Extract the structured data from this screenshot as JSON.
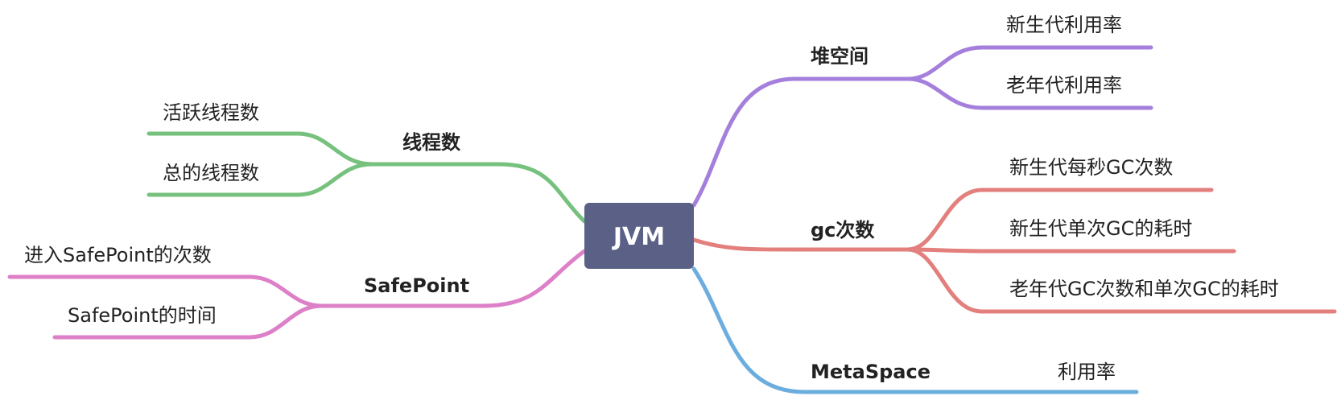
{
  "root": {
    "label": "JVM",
    "fill": "#5b6186"
  },
  "branches": [
    {
      "id": "heap",
      "label": "堆空间",
      "color": "#a47fdc",
      "children": [
        "新生代利用率",
        "老年代利用率"
      ]
    },
    {
      "id": "gc",
      "label": "gc次数",
      "color": "#e37f7c",
      "children": [
        "新生代每秒GC次数",
        "新生代单次GC的耗时",
        "老年代GC次数和单次GC的耗时"
      ]
    },
    {
      "id": "metaspace",
      "label": "MetaSpace",
      "color": "#6badde",
      "children": [
        "利用率"
      ]
    },
    {
      "id": "threads",
      "label": "线程数",
      "color": "#76c17e",
      "children": [
        "活跃线程数",
        "总的线程数"
      ]
    },
    {
      "id": "safepoint",
      "label": "SafePoint",
      "color": "#dd80c8",
      "children": [
        "进入SafePoint的次数",
        "SafePoint的时间"
      ]
    }
  ]
}
